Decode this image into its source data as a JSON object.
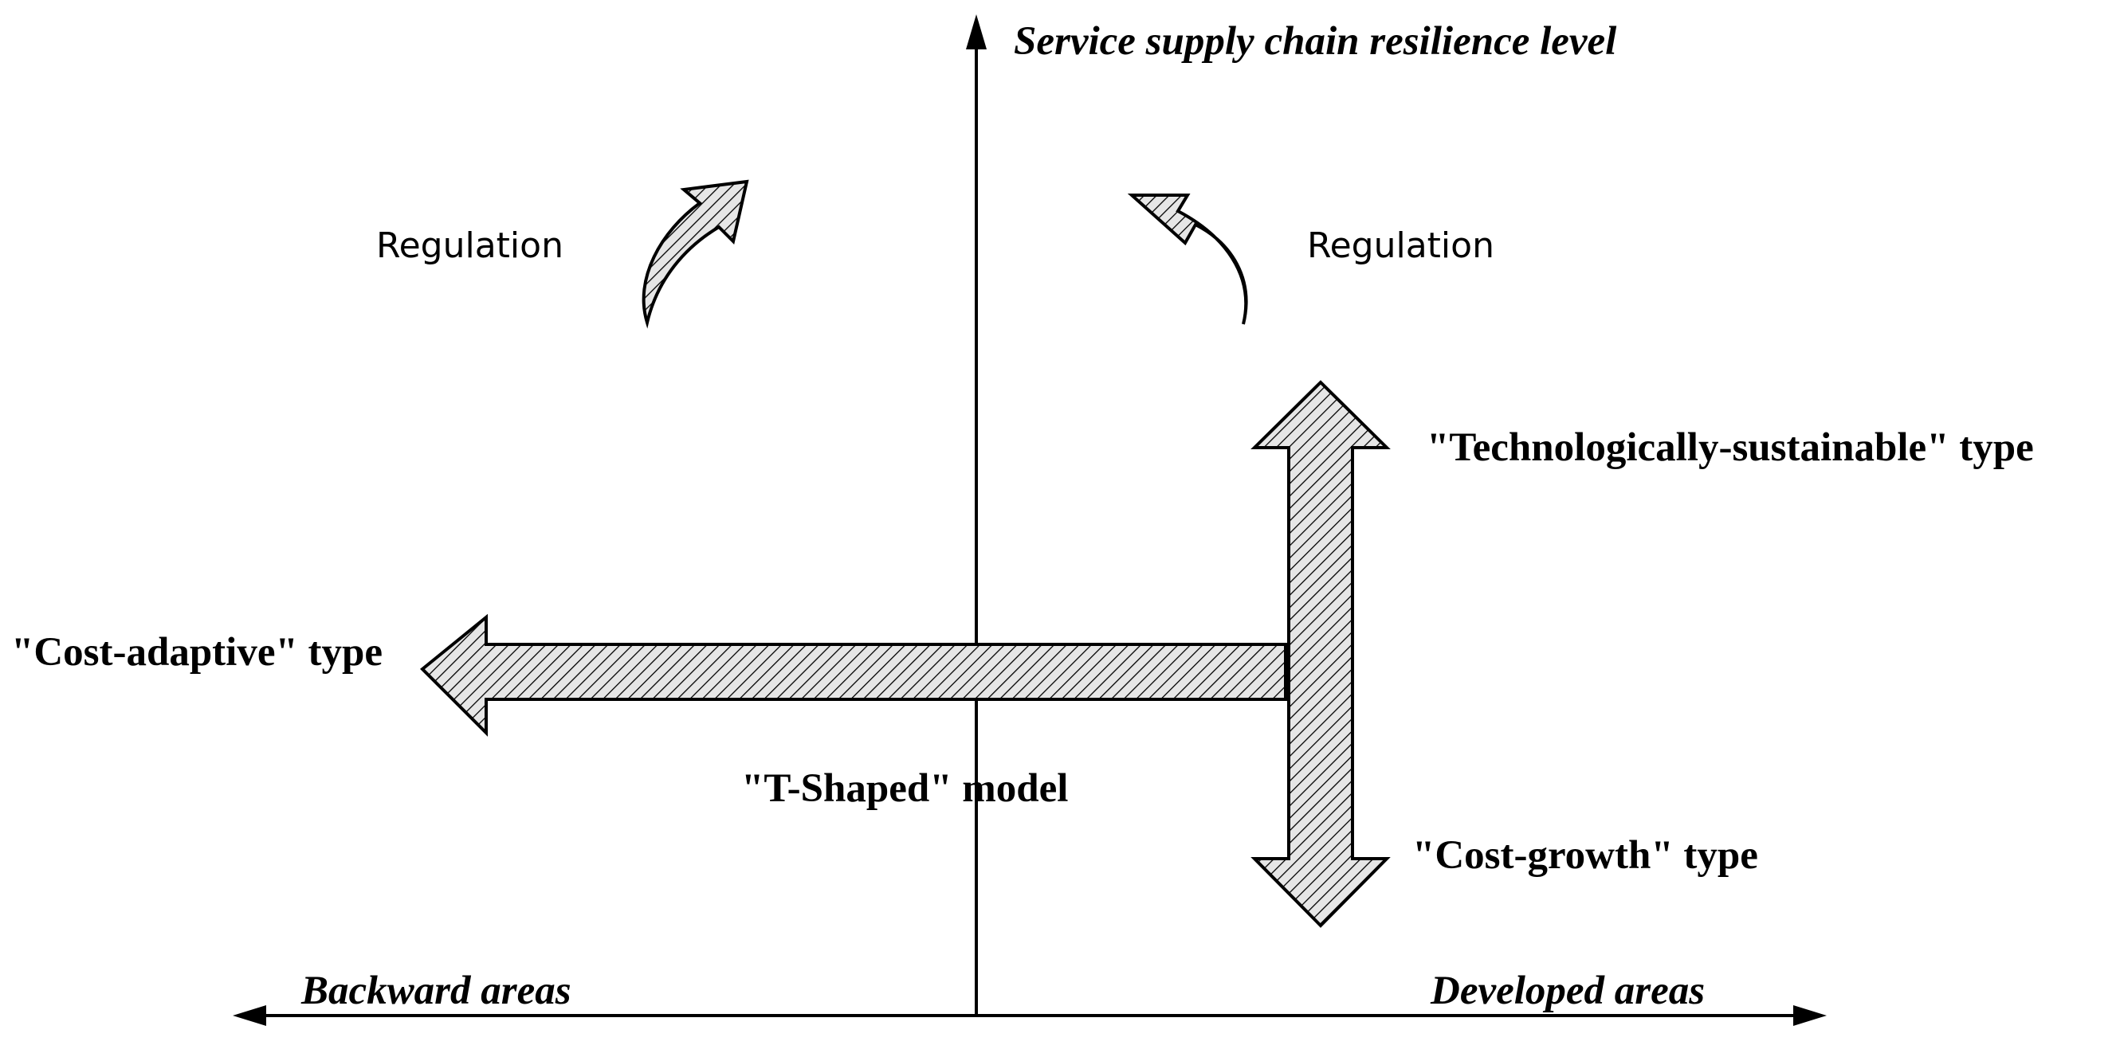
{
  "axes": {
    "y_label": "Service supply chain resilience level",
    "x_left_label": "Backward areas",
    "x_right_label": "Developed areas"
  },
  "regulation": {
    "left_label": "Regulation",
    "right_label": "Regulation"
  },
  "types": {
    "technological": "\"Technologically-sustainable\" type",
    "cost_adaptive": "\"Cost-adaptive\" type",
    "cost_growth": "\"Cost-growth\" type"
  },
  "model": {
    "label": "\"T-Shaped\" model"
  },
  "colors": {
    "stroke": "#000000",
    "hatch_fill": "#e6e6e6",
    "background": "#ffffff"
  },
  "icons": {
    "left_regulation_arrow": "curved-up-right-arrow-icon",
    "right_regulation_arrow": "curved-up-left-arrow-icon",
    "horizontal_arrow": "left-arrow-icon",
    "vertical_arrow": "double-vertical-arrow-icon"
  }
}
